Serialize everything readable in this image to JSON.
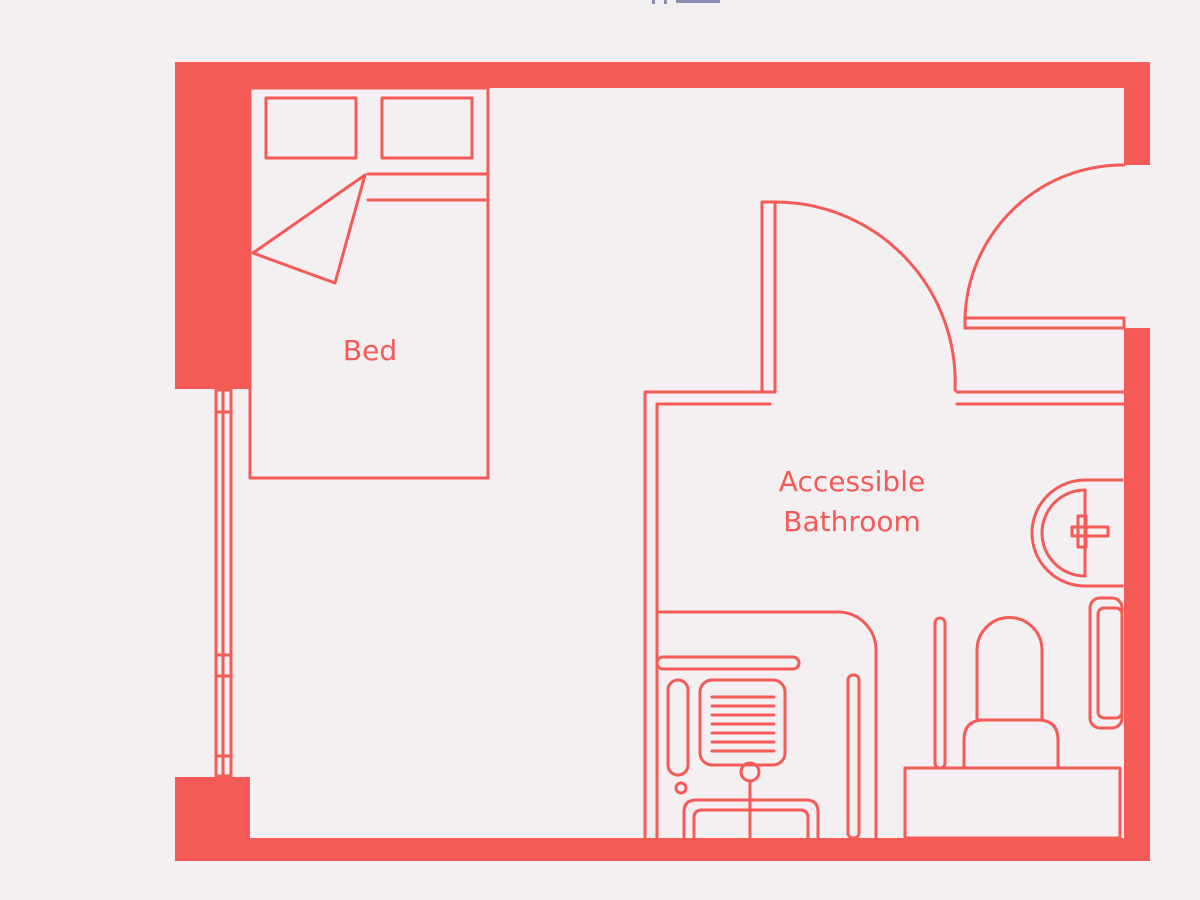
{
  "colors": {
    "background": "#f4eff1",
    "wall": "#f45b57",
    "line": "#f45b57"
  },
  "labels": {
    "bed": "Bed",
    "bathroom_line1": "Accessible",
    "bathroom_line2": "Bathroom"
  },
  "icons": {
    "bed": "bed-icon",
    "pillows": "pillow-icon",
    "toilet": "toilet-icon",
    "sink": "sink-icon",
    "shower": "shower-icon",
    "grab_bar": "grab-bar-icon",
    "door": "door-swing-icon",
    "window": "window-icon"
  }
}
